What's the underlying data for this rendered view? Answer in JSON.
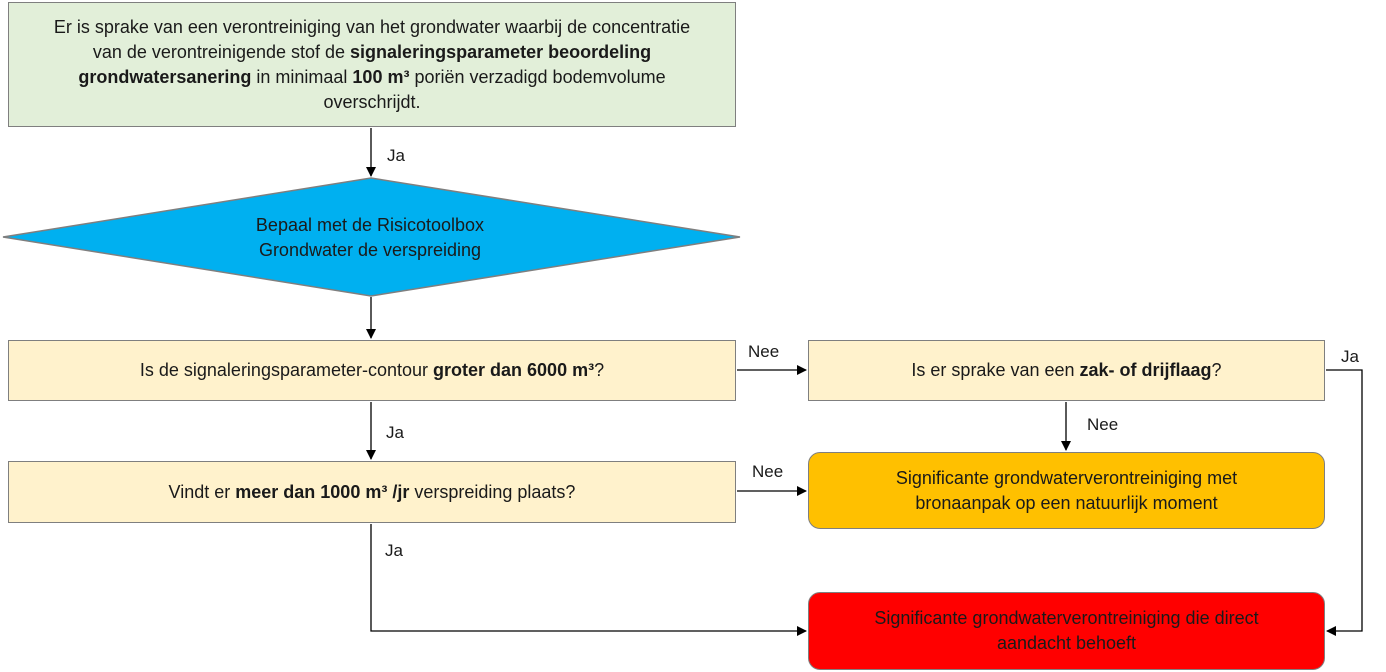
{
  "nodes": {
    "start": [
      {
        "t": "Er is sprake van een verontreiniging van het grondwater waarbij de concentratie van de verontreinigende stof de "
      },
      {
        "t": "signaleringsparameter beoordeling grondwatersanering",
        "b": true
      },
      {
        "t": " in minimaal "
      },
      {
        "t": "100 m³",
        "b": true
      },
      {
        "t": " poriën verzadigd bodemvolume overschrijdt."
      }
    ],
    "decision_risk": [
      {
        "t": "Bepaal met de Risicotoolbox Grondwater de verspreiding"
      }
    ],
    "q_contour": [
      {
        "t": "Is de signaleringsparameter-contour "
      },
      {
        "t": "groter dan 6000 m³",
        "b": true
      },
      {
        "t": "?"
      }
    ],
    "q_spread": [
      {
        "t": "Vindt er "
      },
      {
        "t": "meer dan 1000 m³ /jr",
        "b": true
      },
      {
        "t": " verspreiding plaats?"
      }
    ],
    "q_layer": [
      {
        "t": "Is er sprake van een "
      },
      {
        "t": "zak- of drijflaag",
        "b": true
      },
      {
        "t": "?"
      }
    ],
    "result_natural": [
      {
        "t": "Significante grondwaterverontreiniging met bronaanpak  op een natuurlijk moment"
      }
    ],
    "result_direct": [
      {
        "t": "Significante grondwaterverontreiniging die direct aandacht behoeft"
      }
    ]
  },
  "labels": {
    "ja_1": "Ja",
    "ja_2": "Ja",
    "ja_3": "Ja",
    "ja_4": "Ja",
    "nee_1": "Nee",
    "nee_2": "Nee",
    "nee_3": "Nee"
  },
  "colors": {
    "start": "#e2efd9",
    "diamond": "#00b0f0",
    "question": "#fff2cc",
    "result_natural": "#ffc000",
    "result_direct": "#ff0000",
    "border": "#7f7f7f",
    "arrow": "#000000"
  }
}
